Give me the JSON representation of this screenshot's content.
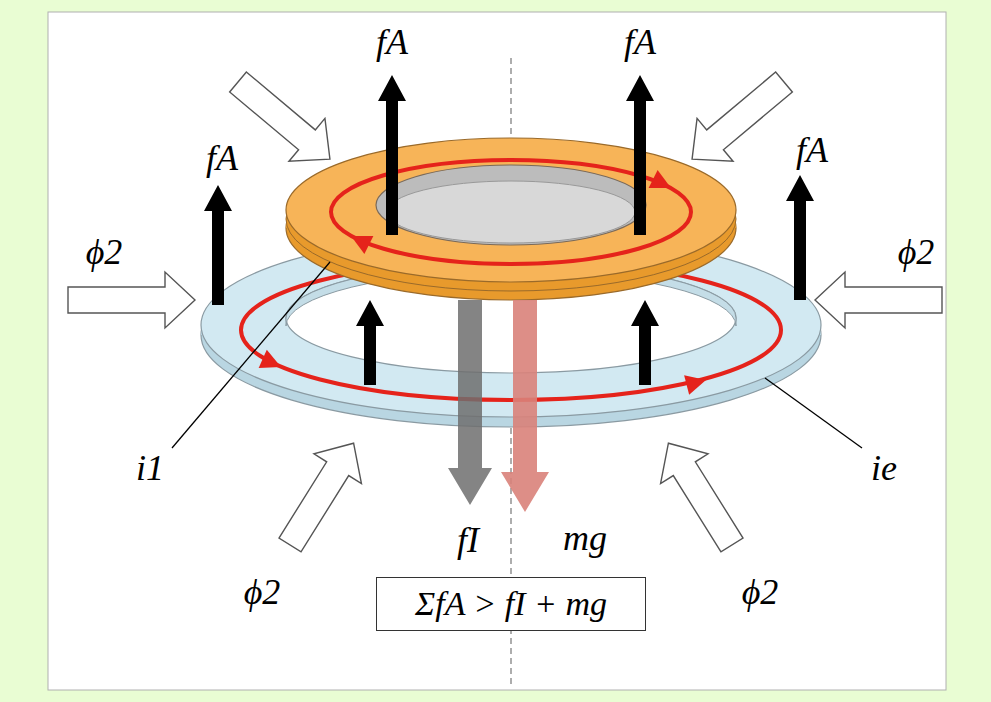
{
  "diagram": {
    "nodes": [
      {
        "text": [
          "ΣfA > fI + mg"
        ]
      }
    ],
    "labels": [
      "fA",
      "fA",
      "fA",
      "fA",
      "ϕ2",
      "ϕ2",
      "i1",
      "ie",
      "ϕ2",
      "ϕ2",
      "fI",
      "mg"
    ]
  }
}
